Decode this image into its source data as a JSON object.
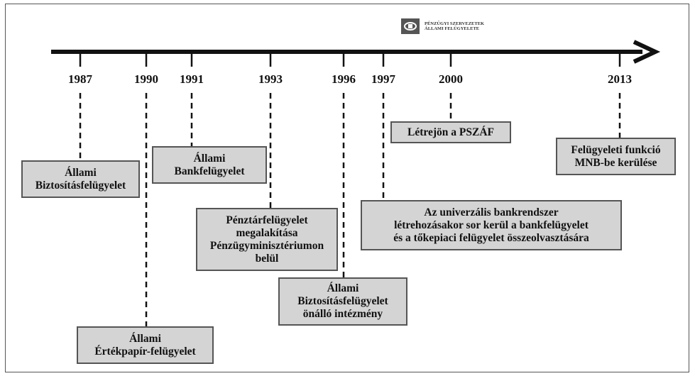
{
  "logo": {
    "line1": "PÉNZÜGYI SZERVEZETEK",
    "line2": "ÁLLAMI FELÜGYELETE",
    "icon": "psz-logo-icon",
    "color": "#555555"
  },
  "timeline": {
    "axis_color": "#111111",
    "box_fill": "#d4d4d4",
    "years": [
      "1987",
      "1990",
      "1991",
      "1993",
      "1996",
      "1997",
      "2000",
      "2013"
    ],
    "events": [
      {
        "year": "1987",
        "text": "Állami\nBiztosításfelügyelet"
      },
      {
        "year": "1990",
        "text": "Állami\nÉrtékpapír-felügyelet"
      },
      {
        "year": "1991",
        "text": "Állami\nBankfelügyelet"
      },
      {
        "year": "1993",
        "text": "Pénztárfelügyelet\nmegalakítása\nPénzügyminisztériumon\nbelül"
      },
      {
        "year": "1996",
        "text": "Állami\nBiztosításfelügyelet\nönálló intézmény"
      },
      {
        "year": "1997",
        "text": "Az univerzális bankrendszer\nlétrehozásakor sor kerül a bankfelügyelet\nés a tőkepiaci felügyelet összeolvasztására"
      },
      {
        "year": "2000",
        "text": "Létrejön a PSZÁF"
      },
      {
        "year": "2013",
        "text": "Felügyeleti funkció\nMNB-be kerülése"
      }
    ]
  }
}
